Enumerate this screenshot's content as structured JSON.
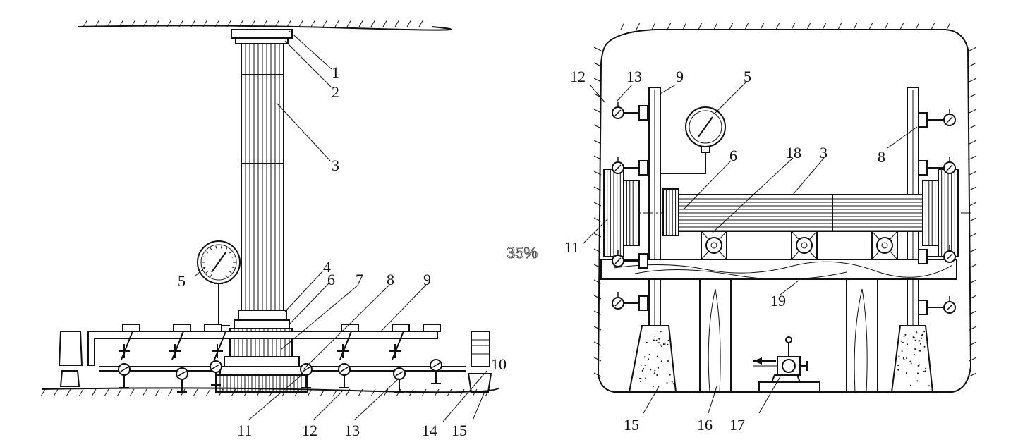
{
  "left": {
    "labels": [
      "1",
      "2",
      "3",
      "4",
      "5",
      "6",
      "7",
      "8",
      "9",
      "10",
      "11",
      "12",
      "13",
      "14",
      "15"
    ]
  },
  "right": {
    "labels": [
      "12",
      "13",
      "9",
      "5",
      "6",
      "18",
      "3",
      "8",
      "11",
      "19",
      "15",
      "16",
      "17"
    ]
  },
  "zoom": "35%",
  "colors": {
    "ink": "#111111",
    "background": "#ffffff"
  }
}
